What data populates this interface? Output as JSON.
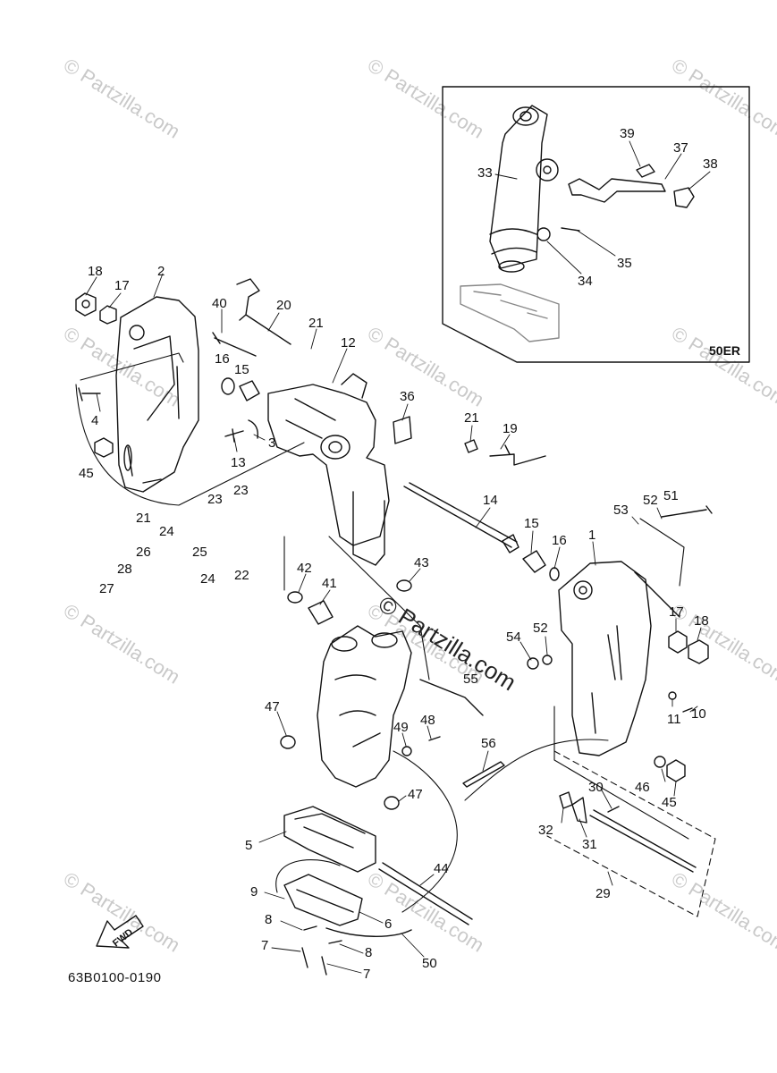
{
  "watermark": "© Partzilla.com",
  "center_watermark": "© Partzilla.com",
  "inset_label": "50ER",
  "document_code": "63B0100-0190",
  "fwd_label": "FWD",
  "callouts": [
    "18",
    "17",
    "2",
    "40",
    "20",
    "21",
    "12",
    "16",
    "15",
    "4",
    "45",
    "3",
    "13",
    "36",
    "21",
    "19",
    "23",
    "21",
    "24",
    "23",
    "26",
    "25",
    "24",
    "22",
    "28",
    "27",
    "14",
    "15",
    "16",
    "1",
    "53",
    "52",
    "51",
    "43",
    "42",
    "41",
    "54",
    "52",
    "17",
    "18",
    "11",
    "10",
    "55",
    "47",
    "49",
    "48",
    "56",
    "46",
    "45",
    "47",
    "30",
    "32",
    "31",
    "29",
    "5",
    "44",
    "9",
    "6",
    "8",
    "7",
    "8",
    "7",
    "50",
    "39",
    "37",
    "38",
    "33",
    "34",
    "35"
  ]
}
